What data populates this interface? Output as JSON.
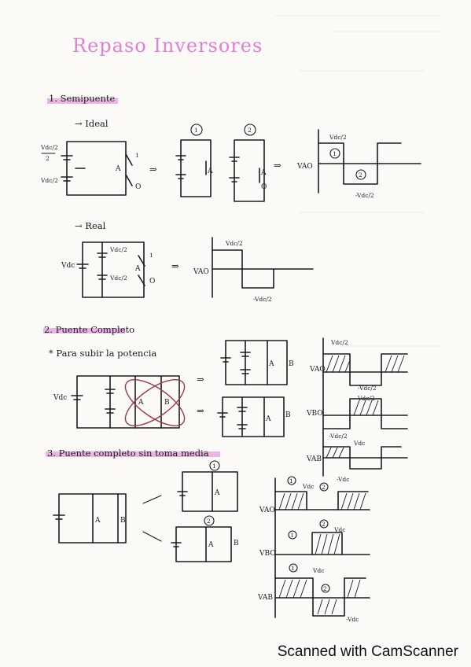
{
  "title": "Repaso Inversores",
  "sections": {
    "s1": "1. Semipuente",
    "s1_ideal": "→ Ideal",
    "s1_real": "→ Real",
    "s2": "2. Puente Completo",
    "s2_note": "* Para subir la potencia",
    "s3": "3. Puente completo sin toma media"
  },
  "labels": {
    "vdc2": "Vdc/2",
    "vdc2_den": "2",
    "vdc": "Vdc",
    "vdc_half": "Vdc/2",
    "neg_vdc_half": "-Vdc/2",
    "vao": "VAO",
    "vbo": "VBO",
    "vab": "VAB",
    "neg_vdc": "-Vdc",
    "A": "A",
    "B": "B",
    "O": "O",
    "one": "1",
    "c1": "1",
    "c2": "2",
    "arrow": "⇒"
  },
  "footer": "Scanned with CamScanner"
}
